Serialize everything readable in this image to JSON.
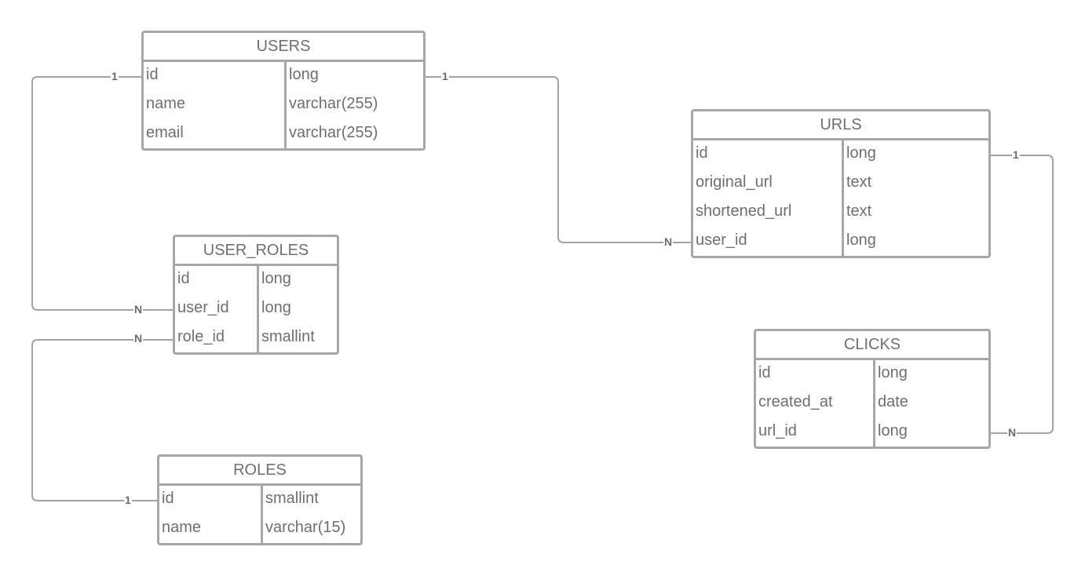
{
  "entities": {
    "users": {
      "title": "USERS",
      "rows": [
        {
          "name": "id",
          "type": "long"
        },
        {
          "name": "name",
          "type": "varchar(255)"
        },
        {
          "name": "email",
          "type": "varchar(255)"
        }
      ]
    },
    "urls": {
      "title": "URLS",
      "rows": [
        {
          "name": "id",
          "type": "long"
        },
        {
          "name": "original_url",
          "type": "text"
        },
        {
          "name": "shortened_url",
          "type": "text"
        },
        {
          "name": "user_id",
          "type": "long"
        }
      ]
    },
    "user_roles": {
      "title": "USER_ROLES",
      "rows": [
        {
          "name": "id",
          "type": "long"
        },
        {
          "name": "user_id",
          "type": "long"
        },
        {
          "name": "role_id",
          "type": "smallint"
        }
      ]
    },
    "clicks": {
      "title": "CLICKS",
      "rows": [
        {
          "name": "id",
          "type": "long"
        },
        {
          "name": "created_at",
          "type": "date"
        },
        {
          "name": "url_id",
          "type": "long"
        }
      ]
    },
    "roles": {
      "title": "ROLES",
      "rows": [
        {
          "name": "id",
          "type": "smallint"
        },
        {
          "name": "name",
          "type": "varchar(15)"
        }
      ]
    }
  },
  "relationships": {
    "users_user_roles": {
      "from_card": "1",
      "to_card": "N"
    },
    "users_urls": {
      "from_card": "1",
      "to_card": "N"
    },
    "roles_user_roles": {
      "from_card": "1",
      "to_card": "N"
    },
    "urls_clicks": {
      "from_card": "1",
      "to_card": "N"
    }
  },
  "colors": {
    "line": "#a3a3a3",
    "border": "#a7a7a7",
    "text": "#6f6f6f"
  }
}
